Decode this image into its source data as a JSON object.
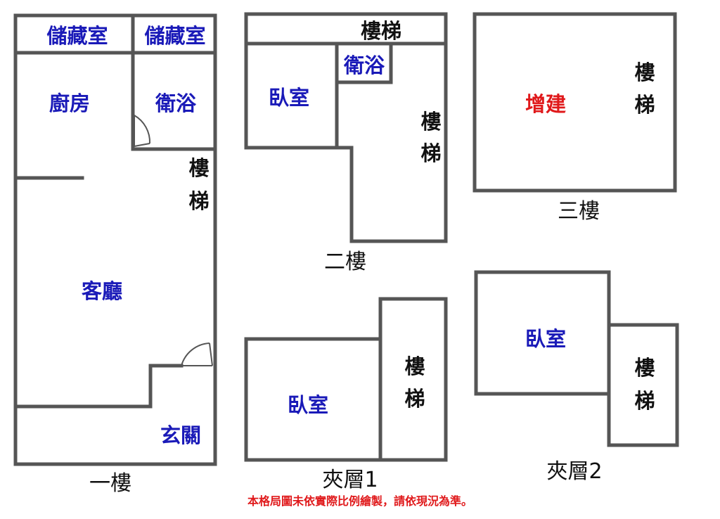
{
  "floors": {
    "f1": {
      "name": "一樓",
      "rooms": {
        "storage_a": "儲藏室",
        "storage_b": "儲藏室",
        "kitchen": "廚房",
        "bathroom": "衛浴",
        "living": "客廳",
        "entrance": "玄關"
      },
      "stairs": [
        "樓",
        "梯"
      ]
    },
    "f2": {
      "name": "二樓",
      "rooms": {
        "stairs_top": "樓梯",
        "bedroom": "臥室",
        "bathroom": "衛浴"
      },
      "stairs": [
        "樓",
        "梯"
      ]
    },
    "f3": {
      "name": "三樓",
      "rooms": {
        "addition": "增建"
      },
      "stairs": [
        "樓",
        "梯"
      ]
    },
    "m1": {
      "name": "夾層1",
      "rooms": {
        "bedroom": "臥室"
      },
      "stairs": [
        "樓",
        "梯"
      ]
    },
    "m2": {
      "name": "夾層2",
      "rooms": {
        "bedroom": "臥室"
      },
      "stairs": [
        "樓",
        "梯"
      ]
    }
  },
  "note": "本格局圖未依實際比例繪製，請依現況為準。",
  "colors": {
    "wall": "#555555",
    "room_label": "#1a1ab8",
    "highlight": "#e0191b",
    "text": "#111111"
  }
}
